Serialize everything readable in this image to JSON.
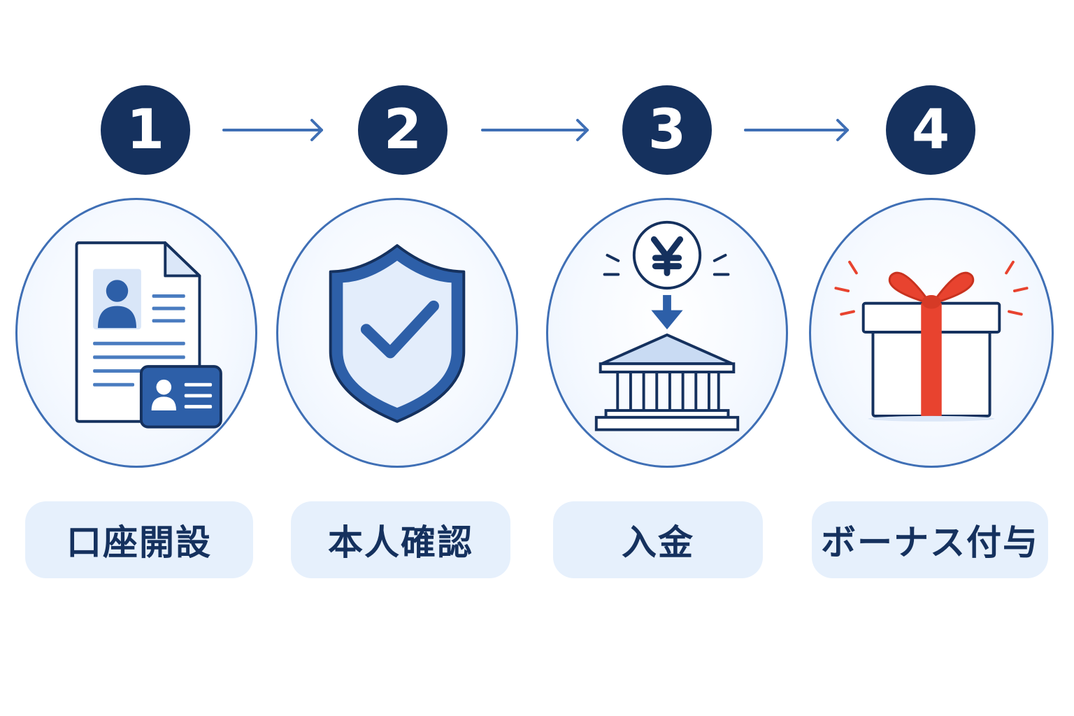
{
  "steps": [
    {
      "number": "1",
      "label": "口座開設",
      "icon": "account-document-icon"
    },
    {
      "number": "2",
      "label": "本人確認",
      "icon": "shield-check-icon"
    },
    {
      "number": "3",
      "label": "入金",
      "icon": "yen-bank-icon"
    },
    {
      "number": "4",
      "label": "ボーナス付与",
      "icon": "gift-box-icon"
    }
  ],
  "colors": {
    "navy": "#15315e",
    "blue": "#3f6fb5",
    "light_blue": "#e6f0fc",
    "red": "#e8432f"
  }
}
